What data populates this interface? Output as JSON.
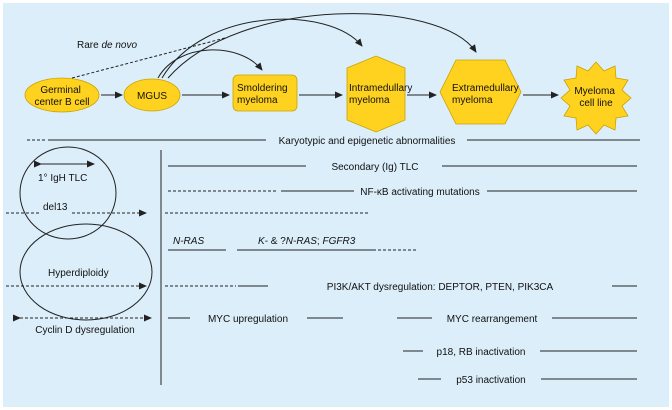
{
  "colors": {
    "background": "#dceefa",
    "stage_fill": "#ffd21f",
    "stage_stroke": "#c9a200",
    "line": "#222222"
  },
  "stages": [
    {
      "line1": "Germinal",
      "line2": "center B cell"
    },
    {
      "line1": "MGUS",
      "line2": ""
    },
    {
      "line1": "Smoldering",
      "line2": "myeloma"
    },
    {
      "line1": "Intramedullary",
      "line2": "myeloma"
    },
    {
      "line1": "Extramedullary",
      "line2": "myeloma"
    },
    {
      "line1": "Myeloma",
      "line2": "cell line"
    }
  ],
  "rare_de_novo": {
    "prefix": "Rare ",
    "italic": "de novo"
  },
  "karyotypic": "Karyotypic and epigenetic abnormalities",
  "igh_tlc": "1° IgH TLC",
  "del13": "del13",
  "hyperdiploidy": "Hyperdiploidy",
  "cyclin_d": "Cyclin D dysregulation",
  "secondary_tlc": "Secondary (Ig) TLC",
  "nfkb": "NF-κB activating mutations",
  "nras": "N-RAS",
  "kras": {
    "k": "K-",
    "amp": " & ?",
    "nras": "N-RAS",
    "sep": "; ",
    "fgfr3": "FGFR3"
  },
  "pi3k": "PI3K/AKT dysregulation: DEPTOR, PTEN, PIK3CA",
  "myc_up": "MYC upregulation",
  "myc_rearr": "MYC rearrangement",
  "p18": "p18, RB inactivation",
  "p53": "p53 inactivation"
}
